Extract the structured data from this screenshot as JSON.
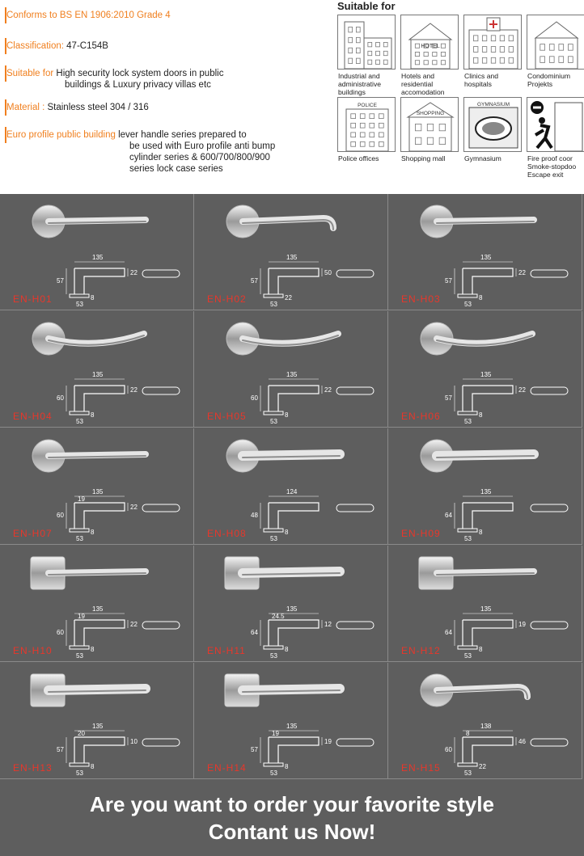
{
  "specs": [
    {
      "label": "Conforms to BS EN 1906:2010 Grade 4",
      "value": ""
    },
    {
      "label": "Classification:",
      "value": " 47-C154B"
    },
    {
      "label": "Suitable for",
      "value": " High security lock system doors in public",
      "cont": "buildings & Luxury privacy villas etc"
    },
    {
      "label": "Material :",
      "value": " Stainless steel 304 / 316"
    },
    {
      "label": "Euro profile public building",
      "value": " lever handle series prepared to",
      "cont2": [
        "be used with Euro profile anti bump",
        "cylinder series & 600/700/800/900",
        "series lock case series"
      ]
    }
  ],
  "suitable": {
    "title": "Suitable for",
    "venues": [
      {
        "icon": "industrial-building-icon",
        "caption": "Industrial and\nadministrative\nbuildings"
      },
      {
        "icon": "hotel-icon",
        "caption": "Hotels and\nresidential\naccomodation",
        "sign": "HOTEL"
      },
      {
        "icon": "hospital-icon",
        "caption": "Clinics and\nhospitals"
      },
      {
        "icon": "condominium-icon",
        "caption": "Condominium\nProjekts"
      },
      {
        "icon": "police-office-icon",
        "caption": "Police offices",
        "sign": "POLICE"
      },
      {
        "icon": "shopping-mall-icon",
        "caption": "Shopping mall",
        "sign": "SHOPPING"
      },
      {
        "icon": "gymnasium-icon",
        "caption": "Gymnasium",
        "sign": "GYMNASIUM"
      },
      {
        "icon": "fire-exit-icon",
        "caption": "Fire proof coor\nSmoke-stopdoo\nEscape exit"
      }
    ]
  },
  "handles": [
    {
      "code": "EN-H01",
      "rose": "round",
      "shape": "L",
      "dims": [
        "135",
        "57",
        "22",
        "53",
        "8"
      ]
    },
    {
      "code": "EN-H02",
      "rose": "round",
      "shape": "U",
      "dims": [
        "135",
        "57",
        "50",
        "53",
        "22"
      ]
    },
    {
      "code": "EN-H03",
      "rose": "round",
      "shape": "straight",
      "dims": [
        "135",
        "57",
        "22",
        "53",
        "8"
      ]
    },
    {
      "code": "EN-H04",
      "rose": "round",
      "shape": "curve",
      "dims": [
        "135",
        "60",
        "22",
        "53",
        "8"
      ]
    },
    {
      "code": "EN-H05",
      "rose": "round",
      "shape": "curve",
      "dims": [
        "135",
        "60",
        "22",
        "53",
        "8"
      ]
    },
    {
      "code": "EN-H06",
      "rose": "round",
      "shape": "curve",
      "dims": [
        "135",
        "57",
        "22",
        "53",
        "8"
      ]
    },
    {
      "code": "EN-H07",
      "rose": "round",
      "shape": "L",
      "dims": [
        "135",
        "60",
        "22",
        "53",
        "8",
        "19"
      ]
    },
    {
      "code": "EN-H08",
      "rose": "round",
      "shape": "flat",
      "dims": [
        "124",
        "48",
        "",
        "53",
        "8"
      ]
    },
    {
      "code": "EN-H09",
      "rose": "round",
      "shape": "flat",
      "dims": [
        "135",
        "64",
        "",
        "53",
        "8"
      ]
    },
    {
      "code": "EN-H10",
      "rose": "square",
      "shape": "L",
      "dims": [
        "135",
        "60",
        "22",
        "53",
        "8",
        "19"
      ]
    },
    {
      "code": "EN-H11",
      "rose": "square",
      "shape": "flat",
      "dims": [
        "135",
        "64",
        "12",
        "53",
        "8",
        "24.5"
      ]
    },
    {
      "code": "EN-H12",
      "rose": "square",
      "shape": "straight",
      "dims": [
        "135",
        "64",
        "19",
        "53",
        "8"
      ]
    },
    {
      "code": "EN-H13",
      "rose": "square",
      "shape": "bar",
      "dims": [
        "135",
        "57",
        "10",
        "53",
        "8",
        "20"
      ]
    },
    {
      "code": "EN-H14",
      "rose": "square",
      "shape": "bar",
      "dims": [
        "135",
        "57",
        "19",
        "53",
        "8",
        "19"
      ]
    },
    {
      "code": "EN-H15",
      "rose": "round",
      "shape": "U",
      "dims": [
        "138",
        "60",
        "46",
        "53",
        "22",
        "8"
      ]
    }
  ],
  "footer": {
    "line1": "Are you want to order your favorite style",
    "line2": "Contant us Now!"
  },
  "colors": {
    "accent": "#f07f1e",
    "code": "#e8372b",
    "panel": "#5e5e5e"
  }
}
